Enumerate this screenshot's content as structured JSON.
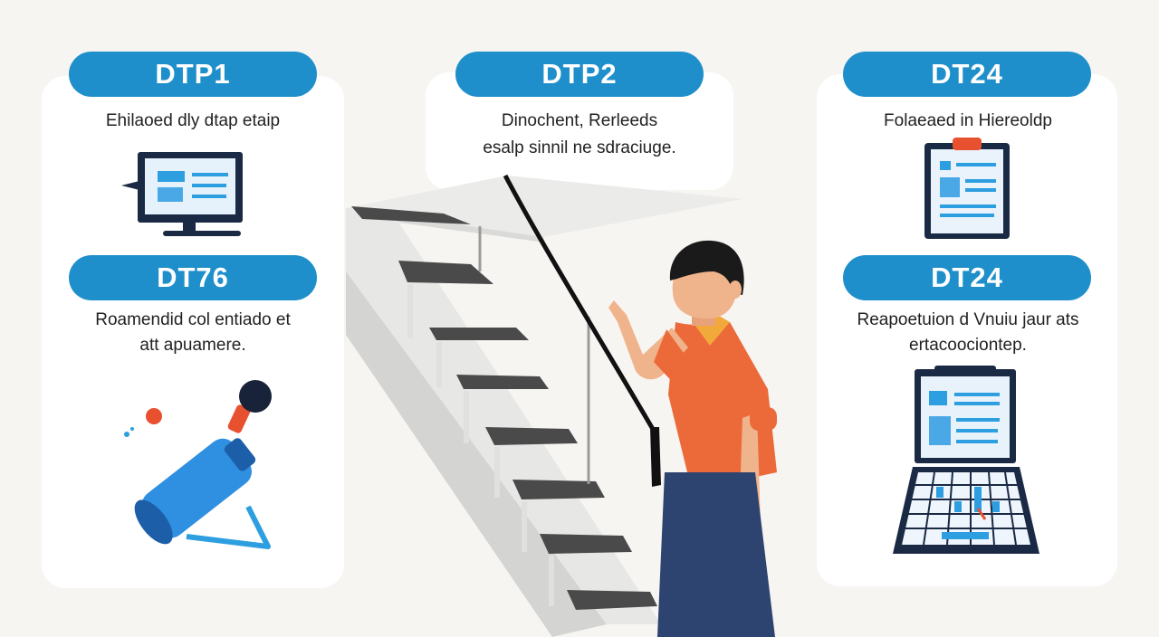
{
  "left_panel": {
    "top": {
      "label": "DTP1",
      "text": "Ehilaoed dly dtap etaip"
    },
    "bottom": {
      "label": "DT76",
      "text_line1": "Roamendid col entiado et",
      "text_line2": "att apuamere."
    }
  },
  "center_panel": {
    "label": "DTP2",
    "text_line1": "Dinochent, Rerleeds",
    "text_line2": "esalp sinnil ne sdraciuge."
  },
  "right_panel": {
    "top": {
      "label": "DT24",
      "text": "Folaeaed in Hiereoldp"
    },
    "bottom": {
      "label": "DT24",
      "text_line1": "Reapoetuion d Vnuiu jaur ats",
      "text_line2": "ertacoociontep."
    }
  },
  "colors": {
    "accent": "#1f8fcb",
    "shirt": "#ec6a3a",
    "pants": "#2e4470",
    "stairs": "#ececea",
    "steps": "#4d4d4d"
  },
  "icons": [
    "monitor-icon",
    "bottle-icon",
    "clipboard-icon",
    "laptop-document-icon"
  ]
}
